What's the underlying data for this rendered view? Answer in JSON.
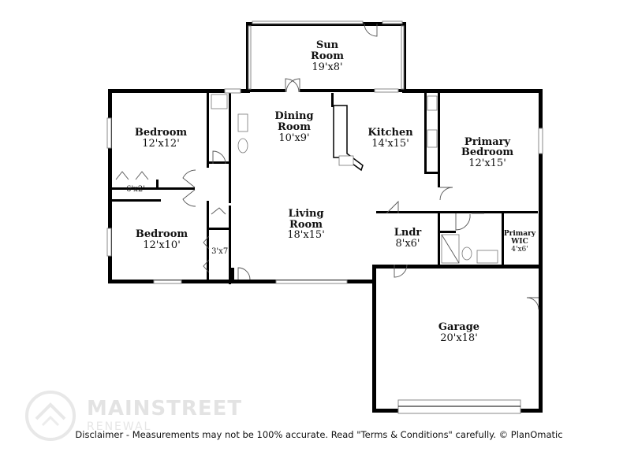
{
  "rooms": {
    "sun_room": {
      "name": "Sun Room",
      "line1": "Sun",
      "line2": "Room",
      "dim": "19'x8'"
    },
    "dining_room": {
      "line1": "Dining",
      "line2": "Room",
      "dim": "10'x9'"
    },
    "kitchen": {
      "name": "Kitchen",
      "dim": "14'x15'"
    },
    "primary_bedroom": {
      "line1": "Primary",
      "line2": "Bedroom",
      "dim": "12'x15'"
    },
    "bedroom_1": {
      "name": "Bedroom",
      "dim": "12'x12'"
    },
    "bedroom_2": {
      "name": "Bedroom",
      "dim": "12'x10'"
    },
    "living_room": {
      "line1": "Living",
      "line2": "Room",
      "dim": "18'x15'"
    },
    "laundry": {
      "name": "Lndr",
      "dim": "8'x6'"
    },
    "primary_wic": {
      "line1": "Primary",
      "line2": "WIC",
      "dim": "4'x6'"
    },
    "garage": {
      "name": "Garage",
      "dim": "20'x18'"
    },
    "closet_1": {
      "dim": "6'x2'"
    },
    "closet_2": {
      "dim": "3'x7'"
    }
  },
  "branding": {
    "name": "MAINSTREET",
    "sub": "RENEWAL"
  },
  "disclaimer": "Disclaimer - Measurements may not be 100% accurate. Read \"Terms & Conditions\" carefully. © PlanOmatic",
  "colors": {
    "wall": "#000000",
    "window": "#8a8a8a",
    "watermark": "#e3e3e3"
  }
}
